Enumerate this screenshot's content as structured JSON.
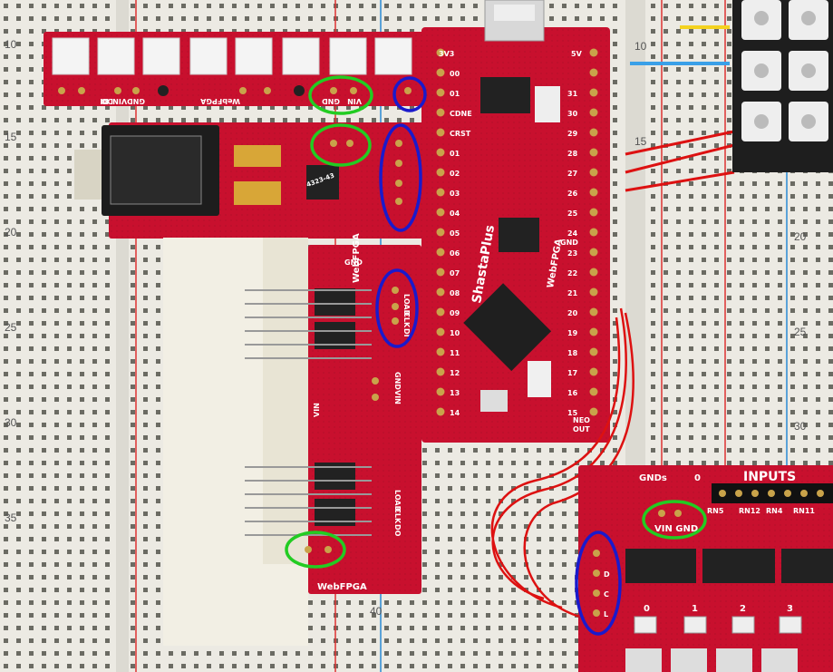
{
  "breadboard": {
    "row_numbers_left": [
      "10",
      "15",
      "20",
      "25",
      "30",
      "35",
      "40"
    ],
    "row_numbers_right": [
      "10",
      "15",
      "20",
      "25",
      "30"
    ]
  },
  "led_strip": {
    "brand": "WebFPGA",
    "pins": [
      "DI",
      "DO",
      "GNDVIN",
      "GND",
      "VIN"
    ]
  },
  "audio_board": {
    "chip": "4323-43"
  },
  "shasta_board": {
    "name": "ShastaPlus",
    "brand": "WebFPGA",
    "top_labels": [
      "3V3",
      "5V"
    ],
    "left_pins": [
      "00",
      "01",
      "CDNE",
      "CRST",
      "01",
      "02",
      "03",
      "04",
      "05",
      "06",
      "07",
      "08",
      "09",
      "10",
      "11",
      "12",
      "13",
      "14"
    ],
    "right_pins": [
      "31",
      "30",
      "29",
      "28",
      "27",
      "26",
      "25",
      "24",
      "23",
      "22",
      "GND",
      "21",
      "20",
      "19",
      "18",
      "17",
      "16",
      "15",
      "NEO",
      "OUT"
    ]
  },
  "display_board": {
    "brand_top": "WebFPGA",
    "brand_bottom": "WebFPGA",
    "pins_top": [
      "LOAD",
      "CLK",
      "DI"
    ],
    "pins_mid": [
      "GND",
      "VIN"
    ],
    "pins_bottom": [
      "LOAD",
      "CLK",
      "DO"
    ],
    "other_labels": [
      "GND",
      "VIN"
    ]
  },
  "inputs_board": {
    "title": "INPUTS",
    "gnds": "GNDs",
    "zero": "0",
    "vin_gnd": "VIN GND",
    "resistor_labels": [
      "RN5",
      "RN12",
      "RN4",
      "RN11"
    ],
    "side_pins": [
      "D",
      "C",
      "L"
    ],
    "button_numbers": [
      "0",
      "1",
      "2",
      "3"
    ]
  },
  "colors": {
    "pcb_red": "#c8102e",
    "breadboard": "#e8e6df",
    "annot_green": "#22cc22",
    "annot_blue": "#1a1acc"
  }
}
